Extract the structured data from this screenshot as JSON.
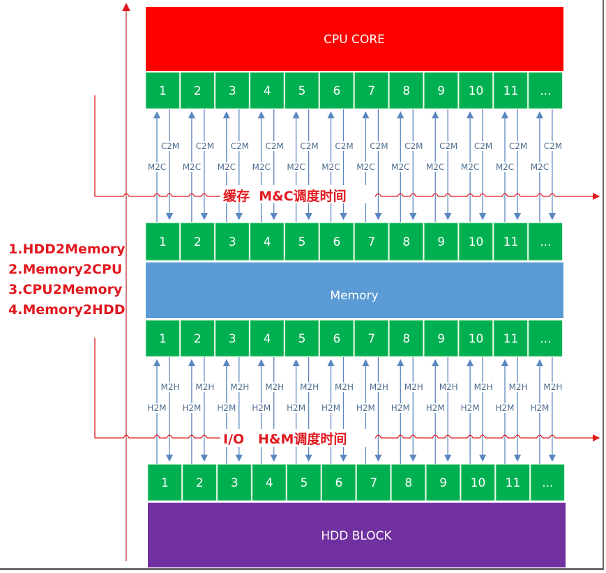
{
  "blocks": {
    "cpu": {
      "label": "CPU CORE",
      "color": "#ff0000"
    },
    "memory": {
      "label": "Memory",
      "color": "#5b9bd5"
    },
    "hdd": {
      "label": "HDD BLOCK",
      "color": "#7030a0"
    }
  },
  "cells": [
    "1",
    "2",
    "3",
    "4",
    "5",
    "6",
    "7",
    "8",
    "9",
    "10",
    "11",
    "..."
  ],
  "cell_color": "#00b050",
  "arrow_color": "#5b87c0",
  "timeline_color": "#e0191f",
  "upper_section": {
    "up_label": "M2C",
    "down_label": "C2M",
    "phase_label": "缓存  M&C调度时间"
  },
  "lower_section": {
    "up_label": "H2M",
    "down_label": "M2H",
    "phase_label": "I/O   H&M调度时间"
  },
  "legend": [
    "1.HDD2Memory",
    "2.Memory2CPU",
    "3.CPU2Memory",
    "4.Memory2HDD"
  ]
}
